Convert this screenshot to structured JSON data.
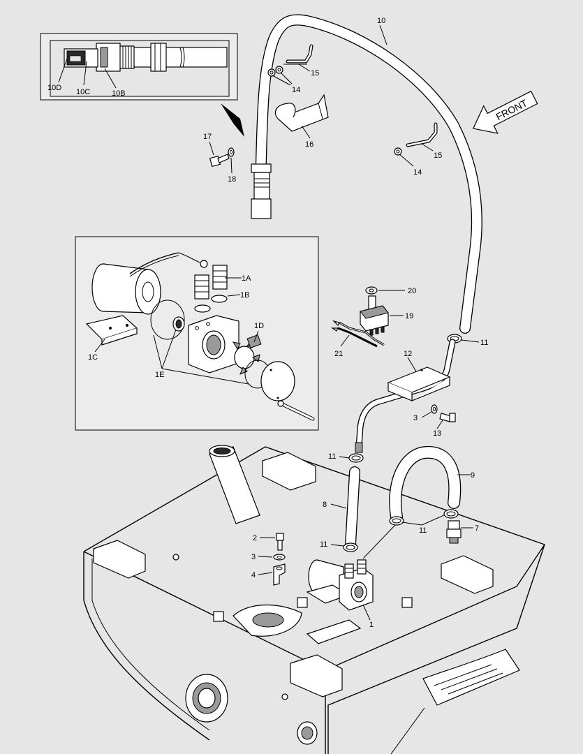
{
  "front_label": "FRONT",
  "callouts": {
    "c10": "10",
    "c10B": "10B",
    "c10C": "10C",
    "c10D": "10D",
    "c14a": "14",
    "c14b": "14",
    "c15a": "15",
    "c15b": "15",
    "c16": "16",
    "c17": "17",
    "c18": "18",
    "c1A": "1A",
    "c1B": "1B",
    "c1C": "1C",
    "c1D": "1D",
    "c1E": "1E",
    "c20": "20",
    "c19": "19",
    "c21": "21",
    "c11a": "11",
    "c12": "12",
    "c3a": "3",
    "c13": "13",
    "c11b": "11",
    "c9": "9",
    "c8": "8",
    "c11c": "11",
    "c7": "7",
    "c2": "2",
    "c3b": "3",
    "c4": "4",
    "c11d": "11",
    "c1": "1"
  }
}
